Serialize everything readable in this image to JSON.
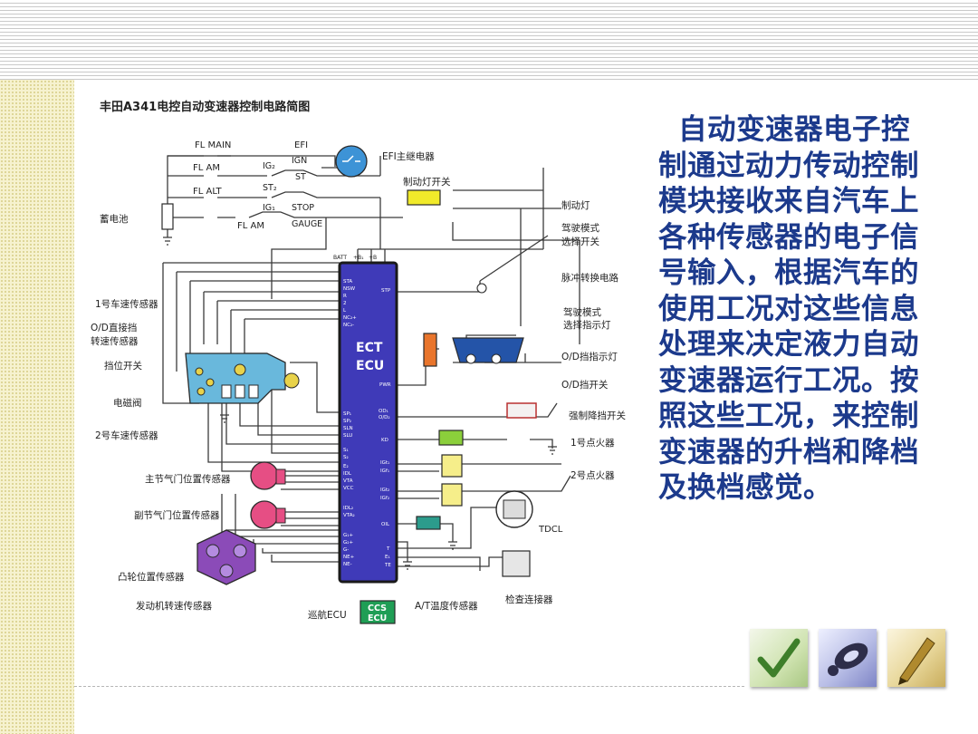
{
  "slide": {
    "body_text": "自动变速器电子控制通过动力传动控制模块接收来自汽车上各种传感器的电子信号输入，根据汽车的使用工况对这些信息处理来决定液力自动变速器运行工况。按照这些工况，来控制变速器的升档和降档及换档感觉。"
  },
  "diagram": {
    "title": "丰田A341电控自动变速器控制电路简图",
    "labels": {
      "fl_main": "FL MAIN",
      "efi": "EFI",
      "efi_relay": "EFI主继电器",
      "fl_am_1": "FL AM",
      "ig2": "IG₂",
      "ign": "IGN",
      "st": "ST",
      "fl_alt": "FL ALT",
      "st2": "ST₂",
      "brake_switch": "制动灯开关",
      "battery": "蓄电池",
      "ig1": "IG₁",
      "stop": "STOP",
      "gauge": "GAUGE",
      "fl_am_2": "FL AM",
      "brake_lamp": "制动灯",
      "drive_mode_switch_1": "驾驶模式",
      "drive_mode_switch_2": "选择开关",
      "pulse_converter": "脉冲转换电路",
      "speed_sensor_1": "1号车速传感器",
      "od_sensor_1": "O/D直接挡",
      "od_sensor_2": "转速传感器",
      "mode_indicator_1": "驾驶模式",
      "mode_indicator_2": "选择指示灯",
      "range_switch": "挡位开关",
      "od_lamp": "O/D挡指示灯",
      "solenoid": "电磁阀",
      "od_switch": "O/D挡开关",
      "speed_sensor_2": "2号车速传感器",
      "kickdown_switch": "强制降挡开关",
      "igniter_1": "1号点火器",
      "main_tps": "主节气门位置传感器",
      "igniter_2": "2号点火器",
      "sub_tps": "副节气门位置传感器",
      "tdcl": "TDCL",
      "cam_sensor": "凸轮位置传感器",
      "engine_speed_sensor": "发动机转速传感器",
      "cruise_ecu": "巡航ECU",
      "at_temp_sensor": "A/T温度传感器",
      "check_connector": "检查连接器",
      "ecu_1": "ECT",
      "ecu_2": "ECU",
      "ccs_1": "CCS",
      "ccs_2": "ECU",
      "pin_batt": "BATT",
      "pin_b1": "+B₁",
      "pin_b": "+B",
      "pin_sta": "STA",
      "pin_nsw": "NSW",
      "pin_r": "R",
      "pin_2": "2",
      "pin_l": "L",
      "pin_nc2p": "NC₂+",
      "pin_nc2m": "NC₂-",
      "pin_stp": "STP",
      "pin_pwr": "PWR",
      "pin_sp1": "SP₁",
      "pin_sp2": "SP₂",
      "pin_sln": "SLN",
      "pin_slu": "SLU",
      "pin_s1": "S₁",
      "pin_s2": "S₂",
      "pin_e2": "E₂",
      "pin_idl": "IDL",
      "pin_vta": "VTA",
      "pin_vcc": "VCC",
      "pin_idl2": "IDL₂",
      "pin_vta2": "VTA₂",
      "pin_g1": "G₁+",
      "pin_g2": "G₂+",
      "pin_gm": "G-",
      "pin_ne": "NE+",
      "pin_nem": "NE-",
      "pin_odl": "OD₁",
      "pin_od2": "O/D₂",
      "pin_kd": "KD",
      "pin_igt": "IGt₁",
      "pin_igt2": "IGt₂",
      "pin_igf": "IGf₁",
      "pin_igf2": "IGf₂",
      "pin_oil": "OIL",
      "pin_t": "T",
      "pin_e1": "E₁",
      "pin_te": "TE"
    }
  },
  "colors": {
    "body_text": "#1c3a8c",
    "ecu": "#3f3ab8",
    "ccs_ecu": "#1f9e55",
    "wire": "#3b3b3b",
    "label": "#222222",
    "stripes": "#c9c9c9",
    "left_panel": "#f6f2cf"
  },
  "icons": {
    "thumb_1": "green-check-mark-icon",
    "thumb_2": "blue-ring-icon",
    "thumb_3": "gold-pen-icon"
  }
}
